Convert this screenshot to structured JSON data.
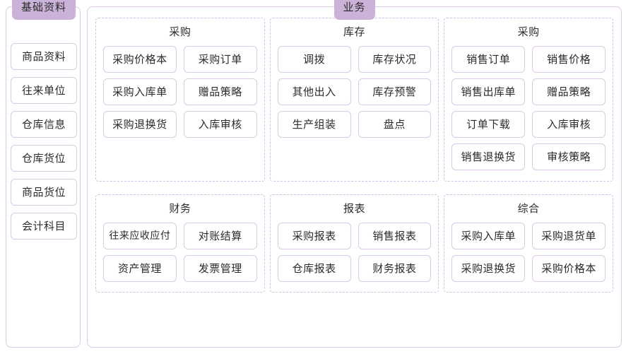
{
  "sidebar": {
    "title": "基础资料",
    "items": [
      {
        "label": "商品资料"
      },
      {
        "label": "往来单位"
      },
      {
        "label": "仓库信息"
      },
      {
        "label": "仓库货位"
      },
      {
        "label": "商品货位"
      },
      {
        "label": "会计科目"
      }
    ]
  },
  "main": {
    "title": "业务",
    "rows": [
      {
        "groups": [
          {
            "title": "采购",
            "items": [
              {
                "label": "采购价格本"
              },
              {
                "label": "采购订单"
              },
              {
                "label": "采购入库单"
              },
              {
                "label": "赠品策略"
              },
              {
                "label": "采购退换货"
              },
              {
                "label": "入库审核"
              }
            ]
          },
          {
            "title": "库存",
            "items": [
              {
                "label": "调拨"
              },
              {
                "label": "库存状况"
              },
              {
                "label": "其他出入"
              },
              {
                "label": "库存预警"
              },
              {
                "label": "生产组装"
              },
              {
                "label": "盘点"
              }
            ]
          },
          {
            "title": "采购",
            "items": [
              {
                "label": "销售订单"
              },
              {
                "label": "销售价格"
              },
              {
                "label": "销售出库单"
              },
              {
                "label": "赠品策略"
              },
              {
                "label": "订单下载"
              },
              {
                "label": "入库审核"
              },
              {
                "label": "销售退换货"
              },
              {
                "label": "审核策略"
              }
            ]
          }
        ]
      },
      {
        "groups": [
          {
            "title": "财务",
            "items": [
              {
                "label": "往来应收应付"
              },
              {
                "label": "对账结算"
              },
              {
                "label": "资产管理"
              },
              {
                "label": "发票管理"
              }
            ]
          },
          {
            "title": "报表",
            "items": [
              {
                "label": "采购报表"
              },
              {
                "label": "销售报表"
              },
              {
                "label": "仓库报表"
              },
              {
                "label": "财务报表"
              }
            ]
          },
          {
            "title": "综合",
            "items": [
              {
                "label": "采购入库单"
              },
              {
                "label": "采购退货单"
              },
              {
                "label": "采购退换货"
              },
              {
                "label": "采购价格本"
              }
            ]
          }
        ]
      }
    ]
  },
  "colors": {
    "badge_bg": "#cbb2d9",
    "panel_border": "#ddc9e6",
    "group_border": "#c6c7e4",
    "tile_border": "#dcc9e4",
    "text": "#2b2b2b"
  }
}
